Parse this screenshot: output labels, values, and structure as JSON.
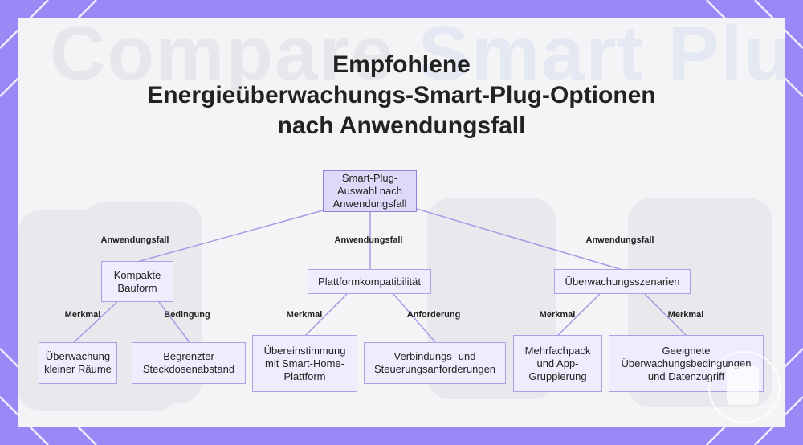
{
  "title_lines": [
    "Empfohlene",
    "Energieüberwachungs-Smart-Plug-Optionen",
    "nach Anwendungsfall"
  ],
  "watermark": {
    "part1": "Compare",
    "part2": "Smart Plug"
  },
  "colors": {
    "frame": "#9b87f5",
    "node_fill": "#eeedfd",
    "node_border": "#a9a3e6",
    "edge": "#a99ae6"
  },
  "nodes": {
    "root": "Smart-Plug-Auswahl nach Anwendungsfall",
    "kompakte_bauform": "Kompakte Bauform",
    "plattformkompatibilitaet": "Plattformkompatibilität",
    "ueberwachungsszenarien": "Überwachungsszenarien",
    "ueberwachung_kleiner_raeume": "Überwachung kleiner Räume",
    "begrenzter_steckdosenabstand": "Begrenzter Steckdosenabstand",
    "uebereinstimmung_smart_home": "Übereinstimmung mit Smart-Home-Plattform",
    "verbindungs_steuerung": "Verbindungs- und Steuerungsanforderungen",
    "mehrfachpack": "Mehrfachpack und App-Gruppierung",
    "geeignete_bedingungen": "Geeignete Überwachungsbedingungen und Datenzugriff"
  },
  "edge_labels": {
    "anwendungsfall_1": "Anwendungsfall",
    "anwendungsfall_2": "Anwendungsfall",
    "anwendungsfall_3": "Anwendungsfall",
    "merkmal_1": "Merkmal",
    "bedingung": "Bedingung",
    "merkmal_2": "Merkmal",
    "anforderung": "Anforderung",
    "merkmal_3": "Merkmal",
    "merkmal_4": "Merkmal"
  }
}
